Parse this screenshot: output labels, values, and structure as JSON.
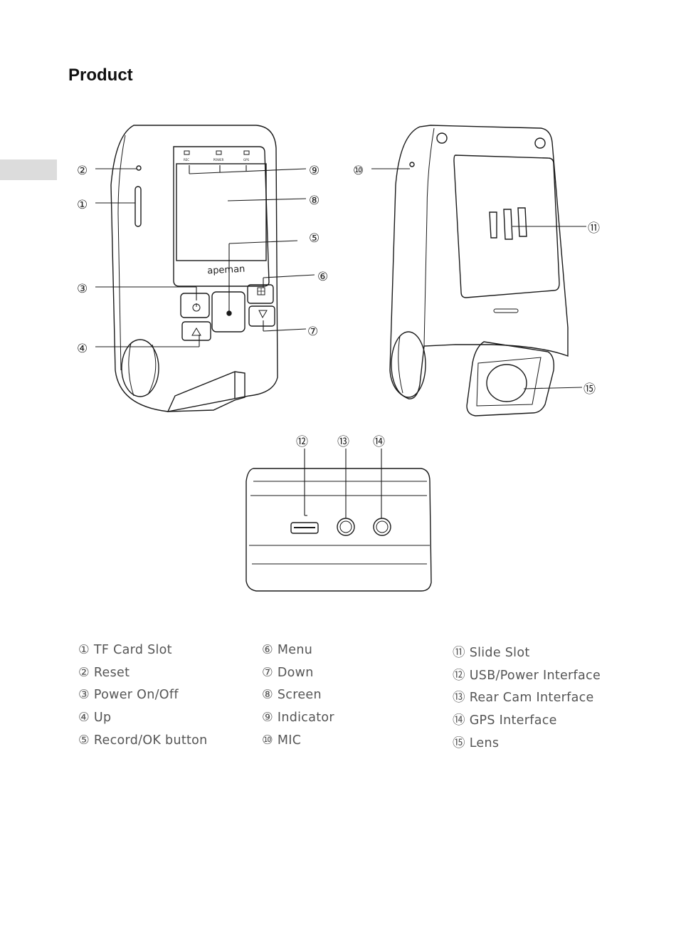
{
  "heading": "Product",
  "brand": "apeman",
  "indicator_labels": [
    "REC",
    "POWER",
    "GPS"
  ],
  "callout_numbers": {
    "n1": "①",
    "n2": "②",
    "n3": "③",
    "n4": "④",
    "n5": "⑤",
    "n6": "⑥",
    "n7": "⑦",
    "n8": "⑧",
    "n9": "⑨",
    "n10": "⑩",
    "n11": "⑪",
    "n12": "⑫",
    "n13": "⑬",
    "n14": "⑭",
    "n15": "⑮"
  },
  "legend": {
    "col1": [
      {
        "num": "①",
        "label": "TF Card Slot"
      },
      {
        "num": "②",
        "label": "Reset"
      },
      {
        "num": "③",
        "label": "Power On/Off"
      },
      {
        "num": "④",
        "label": "Up"
      },
      {
        "num": "⑤",
        "label": "Record/OK button"
      }
    ],
    "col2": [
      {
        "num": "⑥",
        "label": "Menu"
      },
      {
        "num": "⑦",
        "label": "Down"
      },
      {
        "num": "⑧",
        "label": "Screen"
      },
      {
        "num": "⑨",
        "label": "Indicator"
      },
      {
        "num": "⑩",
        "label": "MIC"
      }
    ],
    "col3": [
      {
        "num": "⑪",
        "label": "Slide Slot"
      },
      {
        "num": "⑫",
        "label": "USB/Power Interface"
      },
      {
        "num": "⑬",
        "label": "Rear Cam Interface"
      },
      {
        "num": "⑭",
        "label": "GPS Interface"
      },
      {
        "num": "⑮",
        "label": "Lens"
      }
    ]
  }
}
